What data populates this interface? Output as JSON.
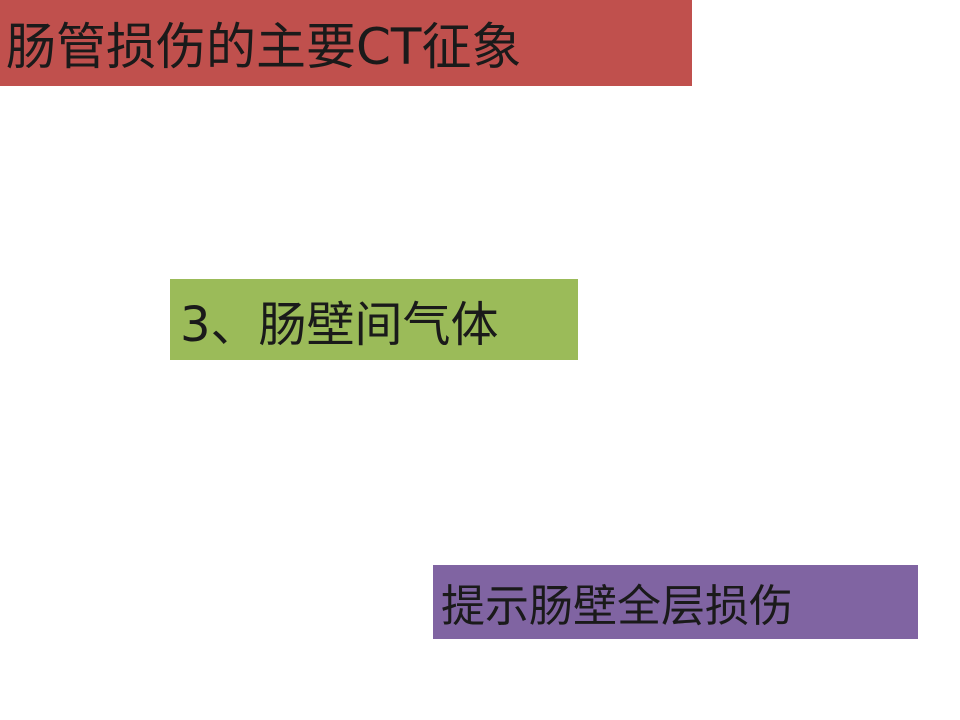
{
  "slide": {
    "title": {
      "text": "肠管损伤的主要CT征象",
      "background": "#c0504d"
    },
    "point": {
      "text": "3、肠壁间气体",
      "background": "#9bbb59"
    },
    "note": {
      "text": "提示肠壁全层损伤",
      "background": "#8064a2"
    }
  }
}
